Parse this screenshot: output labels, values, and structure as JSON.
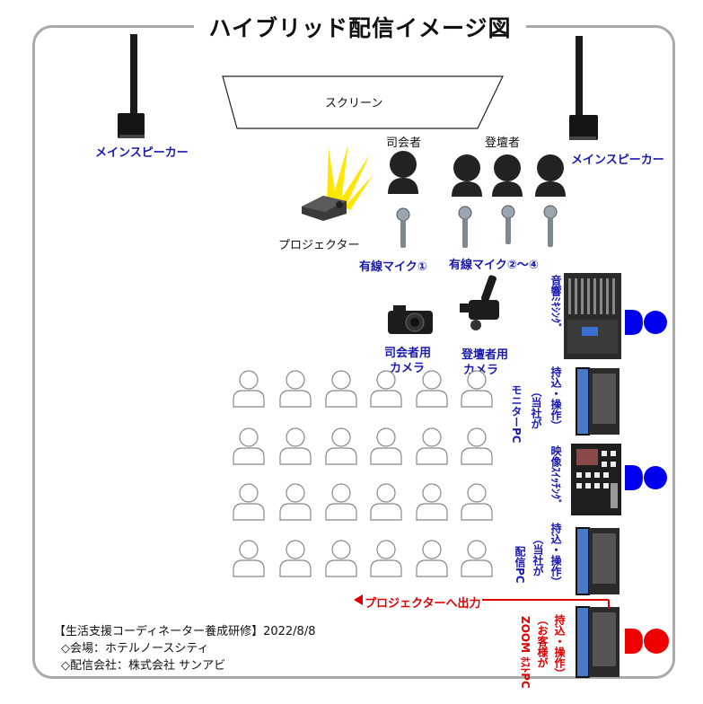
{
  "title": "ハイブリッド配信イメージ図",
  "screen_label": "スクリーン",
  "speaker_left_label": "メインスピーカー",
  "speaker_right_label": "メインスピーカー",
  "projector_label": "プロジェクター",
  "mc_label": "司会者",
  "panel_label": "登壇者",
  "mic_mc_label": "有線マイク①",
  "mic_panel_label": "有線マイク②～④",
  "camera_mc_label_1": "司会者用",
  "camera_mc_label_2": "カメラ",
  "camera_panel_label_1": "登壇者用",
  "camera_panel_label_2": "カメラ",
  "audio_mixing_label": "音響ﾐｷｼﾝｸﾞ",
  "monitor_pc_label_1": "モニターPC",
  "monitor_pc_label_2": "（当社が",
  "monitor_pc_label_3": "持込・操作）",
  "video_switching_label": "映像ｽｲｯﾁﾝｸﾞ",
  "stream_pc_label_1": "配信PC",
  "stream_pc_label_2": "（当社が",
  "stream_pc_label_3": "持込・操作）",
  "projector_output_label": "プロジェクターへ出力",
  "zoom_pc_label_1": "ZOOM ﾎｽﾄPC",
  "zoom_pc_label_2": "（お客様が",
  "zoom_pc_label_3": "持込・操作）",
  "footer": {
    "line1": "【生活支援コーディネーター養成研修】2022/8/8",
    "line2": "◇会場：ホテルノースシティ",
    "line3": "◇配信会社：株式会社 サンアビ"
  },
  "colors": {
    "label_blue": "#1a1ab0",
    "operator_blue": "#0000ee",
    "operator_red": "#ee0000",
    "arrow_red": "#e00000",
    "frame": "#aaaaaa"
  }
}
